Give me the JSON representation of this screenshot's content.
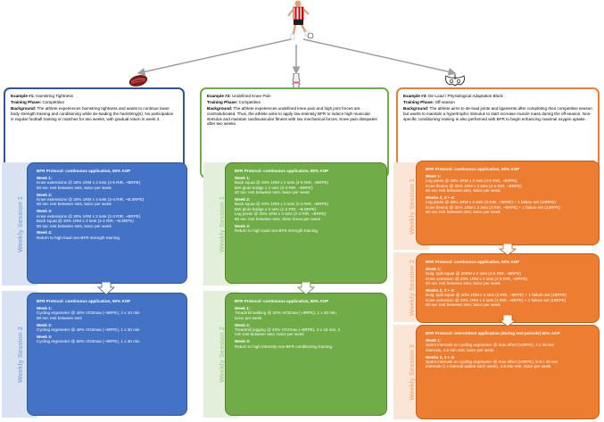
{
  "examples": [
    {
      "title_label": "Example #1:",
      "title_value": " Hamstring Tightness",
      "phase_label": "Training Phase:",
      "phase_value": " Competition",
      "background_label": "Background:",
      "background_value": " The athlete experiences hamstring tightness and wants to continue lower body strength training and conditioning while de-loading the hamstring(s). No participation in regular football training or matches for two weeks, with gradual return in week 3."
    },
    {
      "title_label": "Example #2:",
      "title_value": " Undefined Knee Pain",
      "phase_label": "Training Phase:",
      "phase_value": " Competition",
      "background_label": "Background:",
      "background_value": " The athlete experiences undefined knee pain and high joint forces are contraindicated. Thus, the athlete aims to apply low-intensity BFR to induce high muscular stimulus and maintain cardiovascular fitness with low mechanical forces. Knee pain dissipates after two weeks."
    },
    {
      "title_label": "Example #3:",
      "title_value": " De-Load / Physiological Adaptation Block",
      "phase_label": "Training Phase:",
      "phase_value": " Off-season",
      "background_label": "Background:",
      "background_value": " The athlete aims to de-load joints and ligaments after completing their competitive season but wants to maintain a hypertrophic stimulus to start increase muscle mass during the off-season. Non-specific conditioning training is also performed with BFR to begin enhancing maximal oxygen uptake."
    }
  ],
  "session_labels": {
    "s1": "Weekly Session 1",
    "s2": "Weekly Session 2",
    "s3": "Weekly Session 3"
  },
  "protocols": {
    "b1": {
      "header": "BFR Protocol: continuous application, 50% AOP",
      "weeks": [
        {
          "label": "Week 1:",
          "lines": [
            "Knee extensions @ 30% 1RM x 2 sets (4-5 RIR, ~BRPE)",
            "60 sec rest between sets, twice per week"
          ]
        },
        {
          "label": "Week 2:",
          "lines": [
            "Knee extensions @ 30% 1RM x 4 sets (3-4 RIR, ~B.5RPE)",
            "60 sec rest between sets, twice per week"
          ]
        },
        {
          "label": "Week 3:",
          "lines": [
            "Knee extensions @ 30% 1RM x 2 sets (2-3 RIR, ~BRPE)",
            "Back squat @ 30% 1RM x 3 sets (3-4 RIR, ~B.5RPE)",
            "60 sec rest between sets, twice per week"
          ]
        },
        {
          "label": "Week 4:",
          "lines": [
            "Return to high-load non-BFR strength training"
          ]
        }
      ]
    },
    "b2": {
      "header": "BFR Protocol: continuous application, 50% AOP",
      "weeks": [
        {
          "label": "Week 1:",
          "lines": [
            "Cycling ergometer @ 40% VO2max (~5RPE), 2 x 10 min",
            "60 sec rest between sets"
          ]
        },
        {
          "label": "Week 2:",
          "lines": [
            "Cycling ergometer @ 40% VO2max (~5RPE), 1 x 30 min"
          ]
        },
        {
          "label": "Week 3:",
          "lines": [
            "Cycling ergometer @ 50% VO2max (~6RPE), 1 x 30 min"
          ]
        }
      ]
    },
    "g1": {
      "header": "BFR Protocol: continuous application, 80% AOP",
      "weeks": [
        {
          "label": "Week 1:",
          "lines": [
            "Back squat @ 20% 1RM x 2 sets (4-5 RIR, ~BRPE)",
            "BW glute bridge x 2 sets (2-3 RIR, ~BRPE)",
            "60 sec rest between sets, twice per week"
          ]
        },
        {
          "label": "Week 2:",
          "lines": [
            "Back squat @ 20% 1RM x 3 sets (2-3 RIR, ~BRPE)",
            "BW glute bridge x 3 sets (1-2 RIR, ~B.5RPE)",
            "Leg press @ 20% 1RM x 3 sets (2-3 RIR, ~BRPE)",
            "60 sec rest between sets, three times per week"
          ]
        },
        {
          "label": "Week 3:",
          "lines": [
            "Return to high-load non-BFR strength training"
          ]
        }
      ]
    },
    "g2": {
      "header": "BFR Protocol: continuous application, 80% AOP",
      "weeks": [
        {
          "label": "Week 1:",
          "lines": [
            "Treadmill walking @ 20% VO2max (~3RPE), 1 x 20 min,",
            "twice per week"
          ]
        },
        {
          "label": "Week 2:",
          "lines": [
            "Treadmill jogging @ 40% VO2max (~5RPE), 2 x 15 min, 2",
            "min rest between sets, twice per week"
          ]
        },
        {
          "label": "Week 3:",
          "lines": [
            "Return to high-intensity non-BFR conditioning training"
          ]
        }
      ]
    },
    "o1": {
      "header": "BFR Protocol: continuous application, 50% AOP",
      "weeks": [
        {
          "label": "Week 1:",
          "lines": [
            "Leg press @ 20% 1RM x 2 sets (4-5 RIR, ~BRPE)",
            "Knee flexion @ 20% 1RM x 2 sets (4-5 RIR, ~BRPE)",
            "60 sec rest between sets, twice per week"
          ]
        },
        {
          "label": "Weeks 2, 3 + 4:",
          "lines": [
            "Leg press @ 30% 1RM x 3 sets (3 RIR, ~9RPE) + 1 failure set (10RPE)",
            "Knee flexion @ 30% 1RM x 3 sets (3 RIR, ~9RPE) + 1 failure set (10RPE)",
            "60 sec rest between sets, twice per week"
          ]
        }
      ]
    },
    "o2": {
      "header": "BFR Protocol: continuous application, 50% AOP",
      "weeks": [
        {
          "label": "Week 1:",
          "lines": [
            "Bulg. split squat @ 20RM x 2 sets (4-5 RIR, ~BRPE)",
            "Knee extension @ 20% 1RM x 2 sets (4-5 RIR, ~BRPE)",
            "60 sec rest between sets, twice per week"
          ]
        },
        {
          "label": "Weeks 2, 3 + 4:",
          "lines": [
            "Bulg. split squat @ 30% 1RM x 3 sets (3 RIR, ~9RPE) + 1 failure set (10RPE)",
            "Knee extension @ 30% 1RM x 3 sets (3 RIR, ~9RPE) + 1 failure set (10RPE)",
            "60 sec rest between sets, twice per week"
          ]
        }
      ]
    },
    "o3": {
      "header": "BFR Protocol: intermittent application (during rest periods) 50% AOP",
      "weeks": [
        {
          "label": "Week 1:",
          "lines": [
            "Sprint intervals on cycling ergometer @ max effort (10RPE), 4 x 30 sec",
            "intervals, 4.5 min rest, twice per week"
          ]
        },
        {
          "label": "Weeks 2, 3 + 4:",
          "lines": [
            "Sprint intervals on cycling ergometer @ max effort (10RPE), 6-8 x 30 sec",
            "intervals (1 x interval added each week), 4.5 min rest, twice per week"
          ]
        }
      ]
    }
  },
  "icons": {
    "top": "football-player-icon",
    "left": "hamstring-muscle-icon",
    "middle": "knee-joint-icon",
    "right": "pelvis-skeleton-icon"
  },
  "colors": {
    "blue": "#4472c4",
    "green": "#70ad47",
    "orange": "#ed7d31"
  }
}
